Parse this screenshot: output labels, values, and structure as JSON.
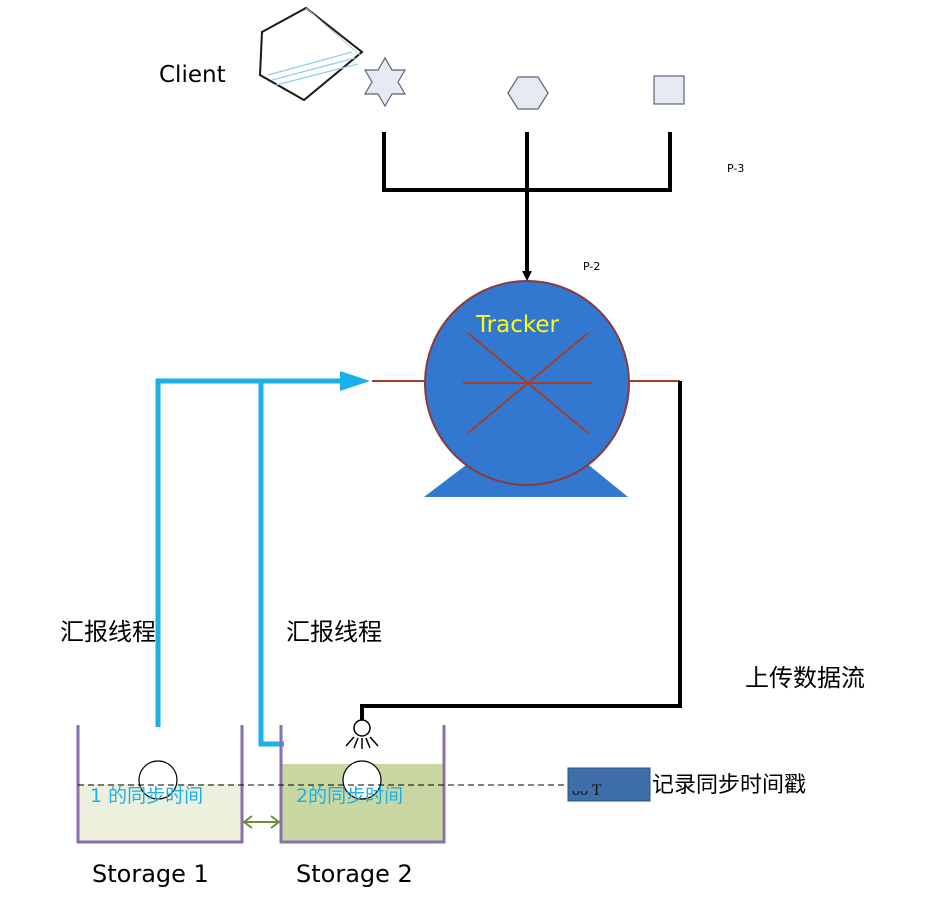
{
  "client": {
    "label": "Client"
  },
  "tracker": {
    "label": "Tracker"
  },
  "markers": {
    "p2": "P-2",
    "p3": "P-3"
  },
  "report_threads": {
    "left": "汇报线程",
    "right": "汇报线程"
  },
  "upload": {
    "label": "上传数据流"
  },
  "storage1": {
    "label": "Storage 1",
    "sync_text": "1 的同步时间"
  },
  "storage2": {
    "label": "Storage 2",
    "sync_text": "2的同步时间"
  },
  "timestamp": {
    "box_glyph": "ᴗᴗ   T",
    "label": "记录同步时间戳"
  },
  "colors": {
    "report_line": "#1ab0e8",
    "tracker_fill": "#3278d1",
    "tracker_stroke": "#8b3a3a",
    "tracker_text": "#ffff00",
    "storage1_fill": "#eef0de",
    "storage2_fill": "#c9d8a2",
    "tank_stroke": "#8a6fae",
    "sync_arrow": "#6b8e3a",
    "timestamp_box": "#3f6fa8"
  }
}
